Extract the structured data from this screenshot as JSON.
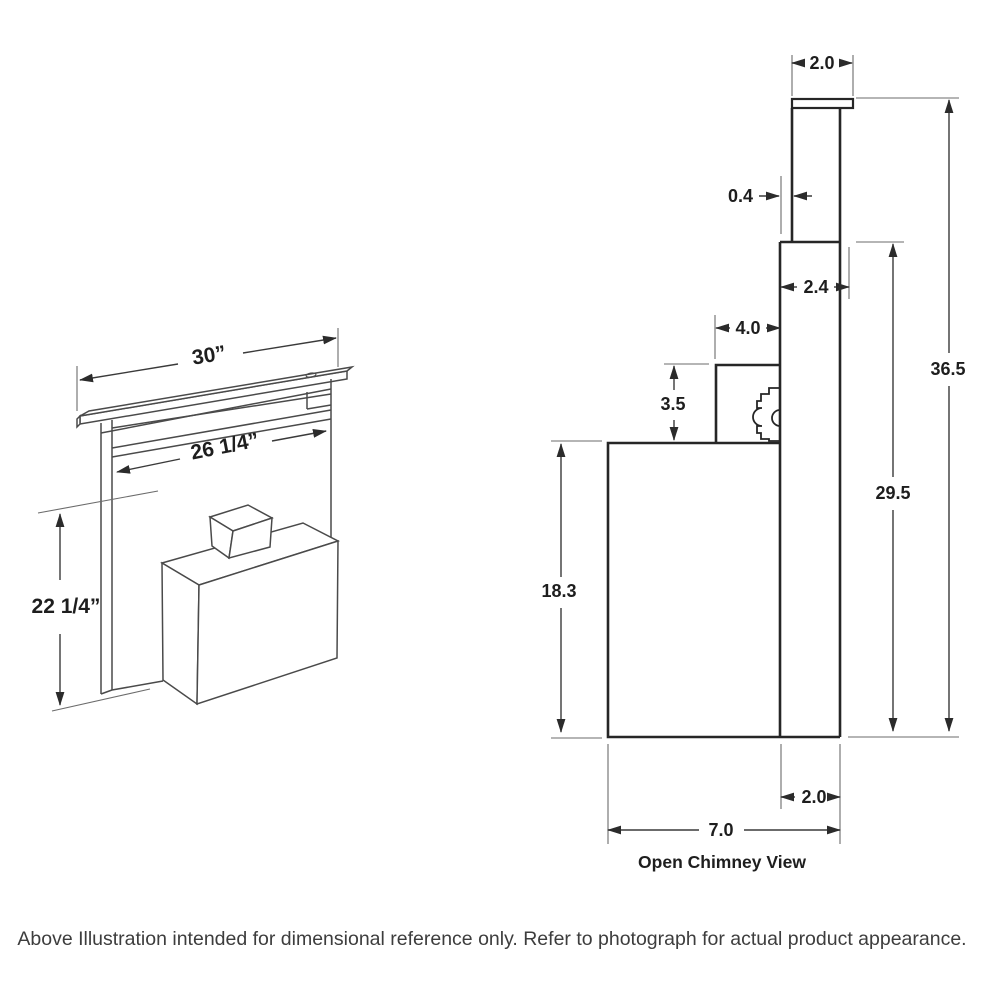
{
  "page": {
    "background": "#ffffff",
    "line_color": "#262626",
    "dim_color": "#3a3a3a"
  },
  "left_view": {
    "description": "isometric-downdraft-vent",
    "dims": {
      "overall_width": "30”",
      "inner_width": "26 1/4”",
      "overall_height": "22 1/4”"
    }
  },
  "right_view": {
    "title": "Open Chimney View",
    "dims": {
      "cap_width": "2.0",
      "wall_offset": "0.4",
      "chimney_depth": "2.4",
      "duct_box_depth": "4.0",
      "duct_box_height": "3.5",
      "overall_height": "36.5",
      "chimney_height": "29.5",
      "body_height": "18.3",
      "chimney_bottom_depth": "2.0",
      "body_depth": "7.0"
    }
  },
  "footer": {
    "note": "Above Illustration intended for dimensional reference only. Refer to photograph for actual product appearance."
  }
}
